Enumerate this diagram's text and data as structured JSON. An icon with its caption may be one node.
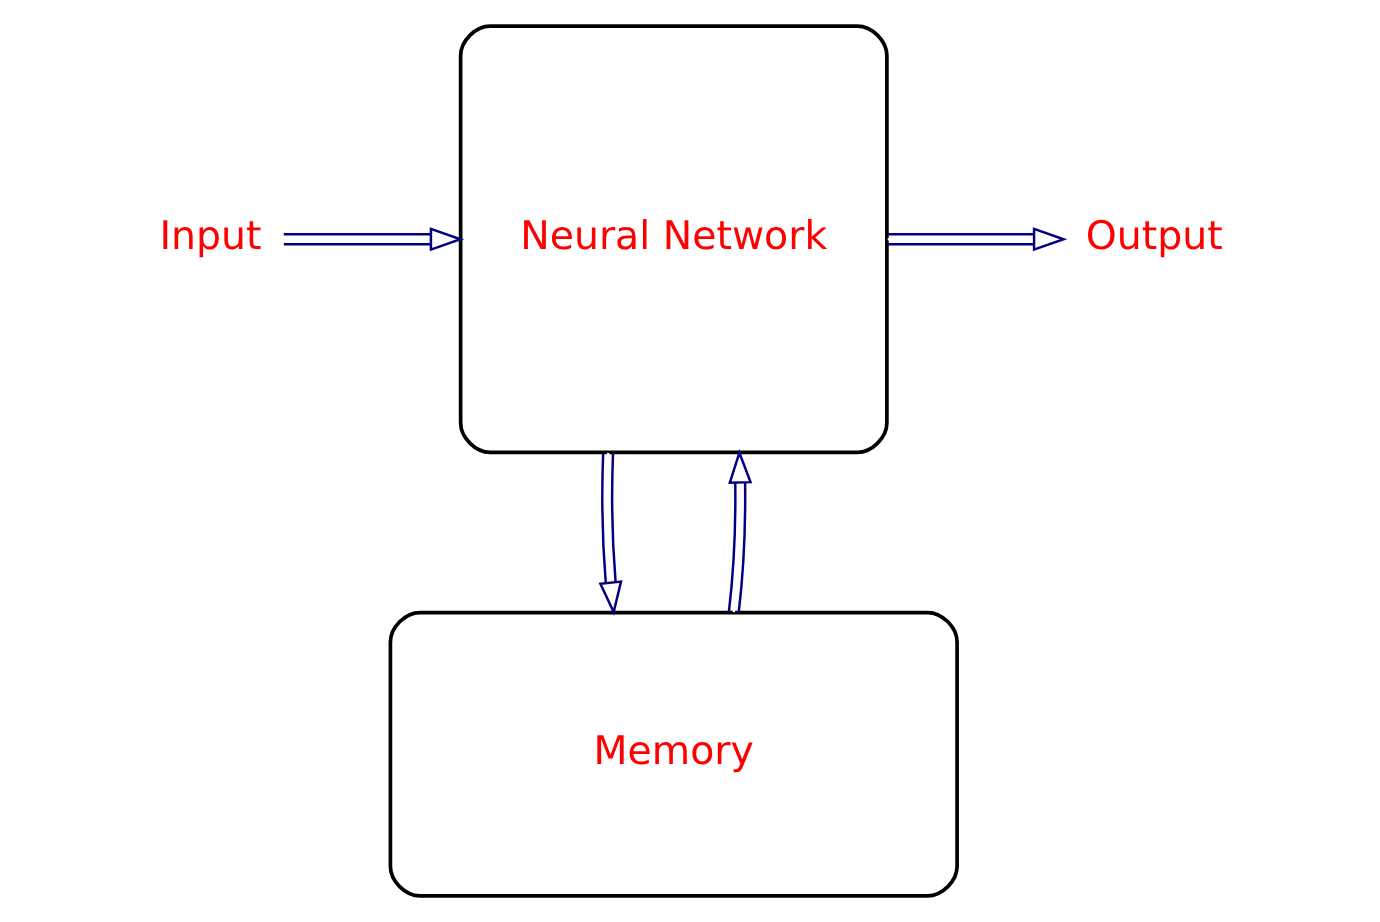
{
  "diagram": {
    "nodes": [
      {
        "text": [
          "Input"
        ]
      },
      {
        "text": [
          "Neural Network"
        ]
      },
      {
        "text": [
          "Output"
        ]
      },
      {
        "text": [
          "Memory"
        ]
      }
    ],
    "edges": [
      {
        "from": 0,
        "to": 1,
        "arrow": "to"
      },
      {
        "from": 1,
        "to": 2,
        "arrow": "to"
      },
      {
        "from": 1,
        "to": 3,
        "arrow": "to"
      },
      {
        "from": 3,
        "to": 1,
        "arrow": "to"
      }
    ]
  }
}
